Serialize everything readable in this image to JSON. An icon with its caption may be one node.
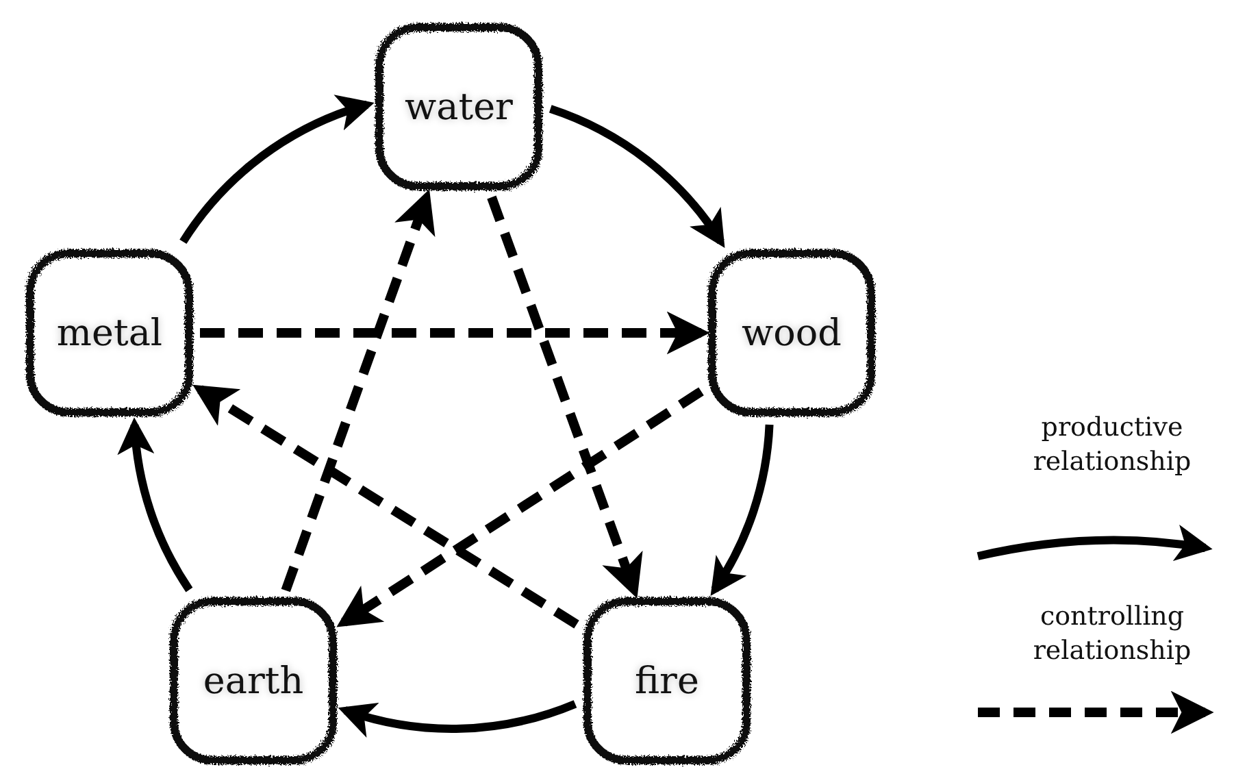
{
  "diagram": {
    "nodes": [
      {
        "text": [
          "water"
        ]
      },
      {
        "text": [
          "wood"
        ]
      },
      {
        "text": [
          "fire"
        ]
      },
      {
        "text": [
          "earth"
        ]
      },
      {
        "text": [
          "metal"
        ]
      }
    ],
    "edges": [
      {
        "from": 0,
        "to": 1,
        "arrow": "to"
      },
      {
        "from": 1,
        "to": 2,
        "arrow": "to"
      },
      {
        "from": 2,
        "to": 3,
        "arrow": "to"
      },
      {
        "from": 3,
        "to": 4,
        "arrow": "to"
      },
      {
        "from": 4,
        "to": 0,
        "arrow": "to"
      },
      {
        "from": 0,
        "to": 2,
        "arrow": "to",
        "style": "dashed"
      },
      {
        "from": 2,
        "to": 4,
        "arrow": "to",
        "style": "dashed"
      },
      {
        "from": 4,
        "to": 1,
        "arrow": "to",
        "style": "dashed"
      },
      {
        "from": 1,
        "to": 3,
        "arrow": "to",
        "style": "dashed"
      },
      {
        "from": 3,
        "to": 0,
        "arrow": "to",
        "style": "dashed"
      }
    ],
    "legend": [
      {
        "text": "productive relationship"
      },
      {
        "text": "controlling relationship"
      }
    ]
  }
}
